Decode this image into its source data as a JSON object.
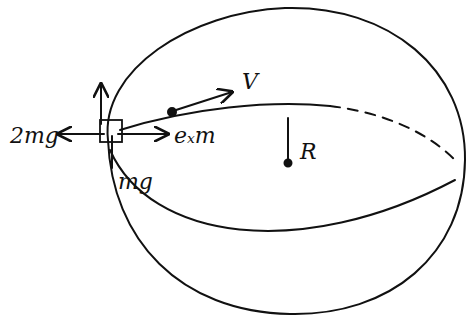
{
  "diagram": {
    "labels": [
      "V",
      "R",
      "2mg",
      "mg",
      "eₓm"
    ]
  }
}
